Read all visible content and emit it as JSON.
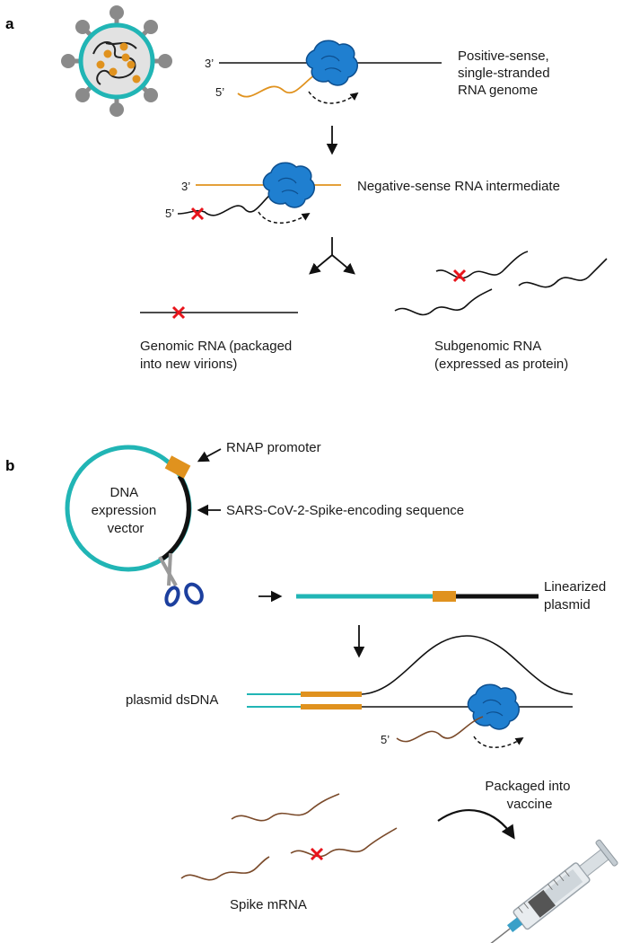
{
  "panel_a": {
    "letter": "a",
    "prime_3": "3’",
    "prime_5": "5’",
    "genome_label": [
      "Positive-sense,",
      "single-stranded",
      "RNA genome"
    ],
    "intermediate_label": "Negative-sense RNA intermediate",
    "genomic_label": [
      "Genomic RNA (packaged",
      "into new virions)"
    ],
    "subgenomic_label": [
      "Subgenomic RNA",
      "(expressed as protein)"
    ]
  },
  "panel_b": {
    "letter": "b",
    "vector_label": [
      "DNA",
      "expression",
      "vector"
    ],
    "promoter_label": "RNAP promoter",
    "sequence_label": "SARS-CoV-2-Spike-encoding sequence",
    "linearized_label": [
      "Linearized",
      "plasmid"
    ],
    "dsdna_label": "plasmid dsDNA",
    "prime_5": "5’",
    "packaged_label": [
      "Packaged into",
      "vaccine"
    ],
    "mrna_label": "Spike mRNA"
  },
  "colors": {
    "teal": "#21b5b5",
    "orange": "#e0921e",
    "ribosome_blue": "#1f7fd0",
    "mrna_brown": "#7a4a2a",
    "cap_red": "#e8141b",
    "gray": "#8a8a8a"
  }
}
